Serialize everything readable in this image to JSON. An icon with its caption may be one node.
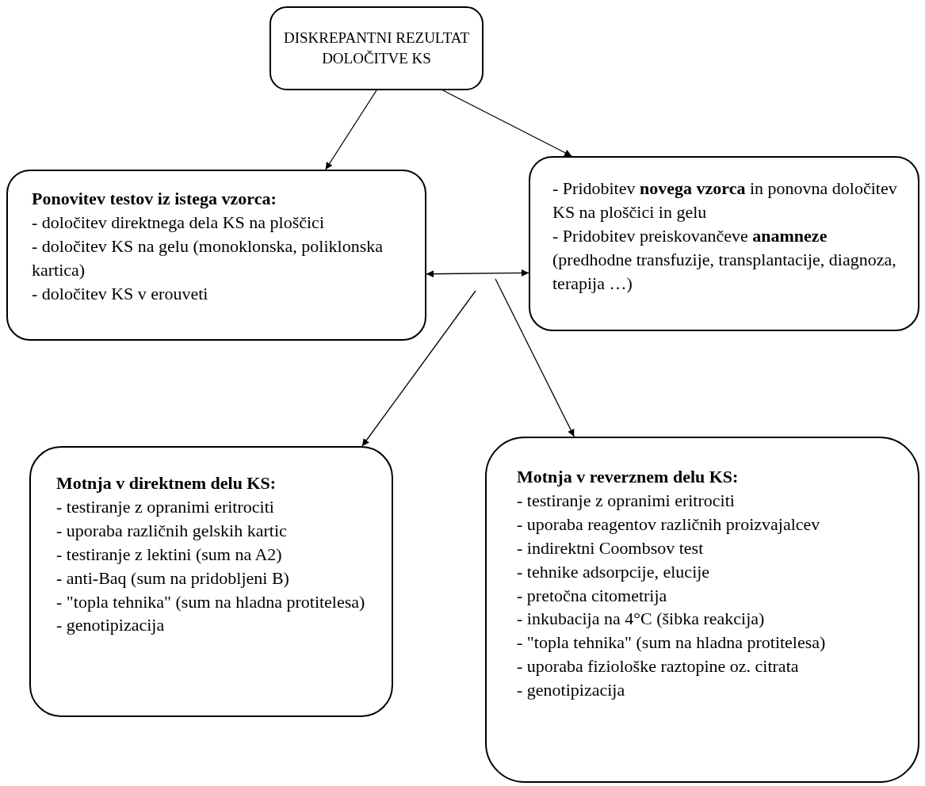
{
  "diagram": {
    "nodes": [
      {
        "text": [
          "DISKREPANTNI REZULTAT DOLOČITVE KS"
        ]
      },
      {
        "text": [
          "Ponovitev testov iz istega vzorca:",
          "- določitev direktnega dela KS na ploščici",
          "- določitev KS na gelu (monoklonska, poliklonska kartica)",
          "- določitev KS v erouveti"
        ]
      },
      {
        "text": [
          "- Pridobitev **novega vzorca** in ponovna določitev KS na ploščici in gelu",
          "- Pridobitev preiskovančeve **anamneze** (predhodne transfuzije, transplantacije, diagnoza, terapija …)"
        ]
      },
      {
        "text": [
          "Motnja v direktnem delu KS:",
          "- testiranje z opranimi eritrociti",
          "- uporaba različnih gelskih kartic",
          "- testiranje z lektini (sum na A2)",
          "- anti-Baq (sum na pridobljeni B)",
          "- \"topla tehnika\" (sum na hladna protitelesa)",
          "- genotipizacija"
        ]
      },
      {
        "text": [
          "Motnja v reverznem delu KS:",
          "- testiranje z opranimi eritrociti",
          "- uporaba reagentov različnih proizvajalcev",
          "- indirektni Coombsov test",
          "- tehnike adsorpcije, elucije",
          "- pretočna citometrija",
          "- inkubacija na 4°C (šibka reakcija)",
          "- \"topla tehnika\" (sum na hladna protitelesa)",
          "- uporaba fiziološke raztopine oz. citrata",
          "- genotipizacija"
        ]
      }
    ],
    "edges": [
      {
        "from": 0,
        "to": 1,
        "arrow": "to"
      },
      {
        "from": 0,
        "to": 2,
        "arrow": "to"
      },
      {
        "from": 1,
        "to": 2,
        "arrow": "both"
      },
      {
        "from": null,
        "to": 3,
        "arrow": "to"
      },
      {
        "from": null,
        "to": 4,
        "arrow": "to"
      }
    ]
  }
}
